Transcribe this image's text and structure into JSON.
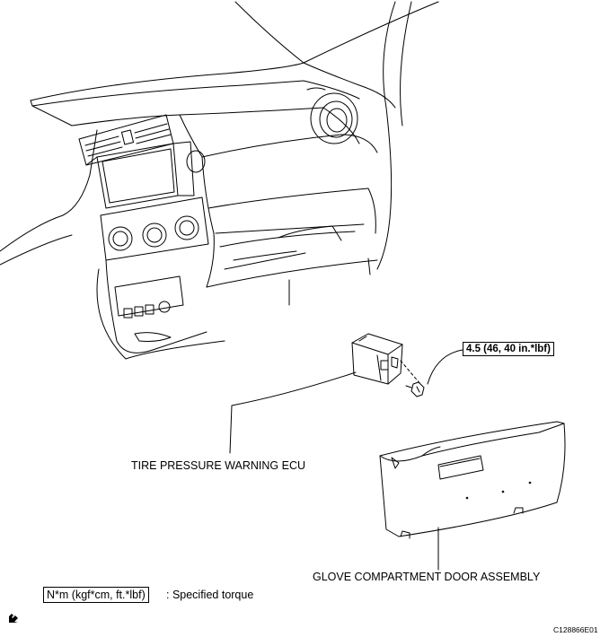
{
  "labels": {
    "tire_ecu": "TIRE PRESSURE WARNING ECU",
    "glove_box": "GLOVE COMPARTMENT DOOR ASSEMBLY",
    "torque_spec": "4.5 (46, 40 in.*lbf)"
  },
  "legend": {
    "unit_box": "N*m (kgf*cm, ft.*lbf)",
    "description": ": Specified torque"
  },
  "figure_code": "C128866E01",
  "icons": {
    "corner": "hand-tool-icon"
  }
}
